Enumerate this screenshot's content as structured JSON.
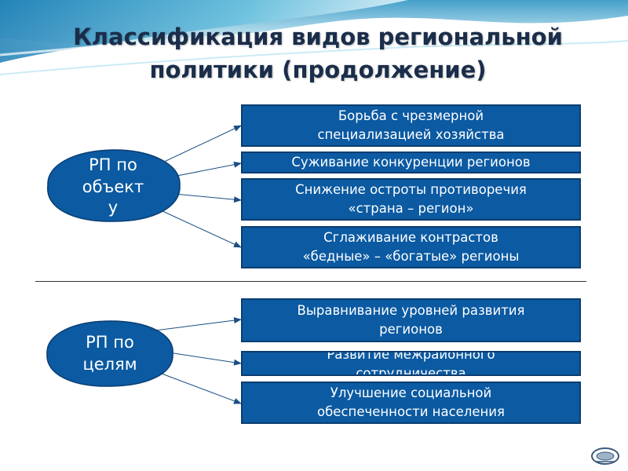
{
  "title": {
    "line1": "Классификация видов региональной",
    "line2": "политики (продолжение)"
  },
  "groups": [
    {
      "oval_lines": [
        "РП по",
        "объект",
        "у"
      ],
      "items": [
        [
          "Борьба с чрезмерной",
          "специализацией хозяйства"
        ],
        [
          "Суживание конкуренции регионов"
        ],
        [
          "Снижение остроты противоречия",
          "«страна – регион»"
        ],
        [
          "Сглаживание контрастов",
          "«бедные» – «богатые» регионы"
        ]
      ]
    },
    {
      "oval_lines": [
        "РП по",
        "целям"
      ],
      "items": [
        [
          "Выравнивание уровней развития",
          "регионов"
        ],
        [
          "Развитие межрайонного",
          "сотрудничества"
        ],
        [
          "Улучшение социальной",
          "обеспеченности населения"
        ]
      ]
    }
  ],
  "colors": {
    "box_fill": "#0b5aa2",
    "oval_fill": "#0b5aa2",
    "title_text": "#1a2d4a",
    "wave": "#3aa0c8"
  },
  "icons": {
    "logo": "academy-logo-icon"
  }
}
